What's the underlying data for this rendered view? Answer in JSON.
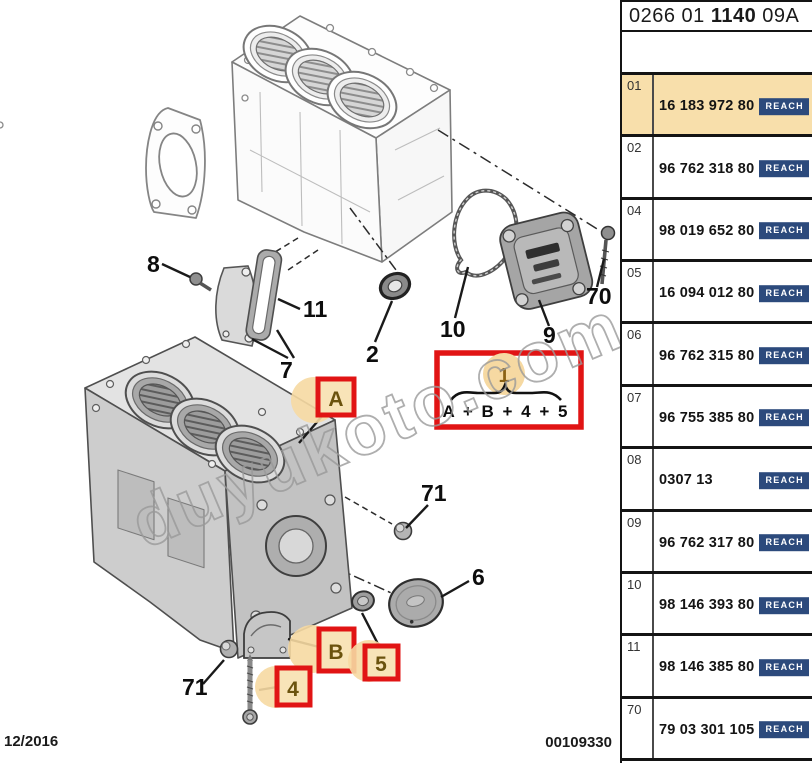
{
  "header": {
    "code_prefix": "0266 01 ",
    "code_bold": "1140",
    "code_suffix": " 09A"
  },
  "parts_table": {
    "reach_label": "REACH",
    "rows": [
      {
        "ref": "01",
        "part": "16 183 972 80",
        "highlighted": true
      },
      {
        "ref": "02",
        "part": "96 762 318 80",
        "highlighted": false
      },
      {
        "ref": "04",
        "part": "98 019 652 80",
        "highlighted": false
      },
      {
        "ref": "05",
        "part": "16 094 012 80",
        "highlighted": false
      },
      {
        "ref": "06",
        "part": "96 762 315 80",
        "highlighted": false
      },
      {
        "ref": "07",
        "part": "96 755 385 80",
        "highlighted": false
      },
      {
        "ref": "08",
        "part": "0307 13",
        "highlighted": false
      },
      {
        "ref": "09",
        "part": "96 762 317 80",
        "highlighted": false
      },
      {
        "ref": "10",
        "part": "98 146 393 80",
        "highlighted": false
      },
      {
        "ref": "11",
        "part": "98 146 385 80",
        "highlighted": false
      },
      {
        "ref": "70",
        "part": "79 03 301 105",
        "highlighted": false
      }
    ]
  },
  "diagram": {
    "watermark": "duyukoto.com",
    "date_stamp": "12/2016",
    "drawing_number": "00109330",
    "group_box": {
      "number": "1",
      "formula": "A + B + 4 + 5"
    },
    "callouts": {
      "bolt8": "8",
      "gasket11": "11",
      "seal2": "2",
      "cover7": "7",
      "gasket10": "10",
      "pump9": "9",
      "bolt70": "70",
      "plug71_upper": "71",
      "cap6": "6",
      "plug71_lower": "71",
      "labelA": "A",
      "labelB": "B",
      "label4": "4",
      "label5": "5"
    }
  },
  "colors": {
    "highlight_row": "#f8dfab",
    "reach_badge_bg": "#2c4a7c",
    "callout_box_border": "#e11414",
    "callout_box_fill": "#f8e4b8",
    "callout_letter": "#6b530e"
  }
}
